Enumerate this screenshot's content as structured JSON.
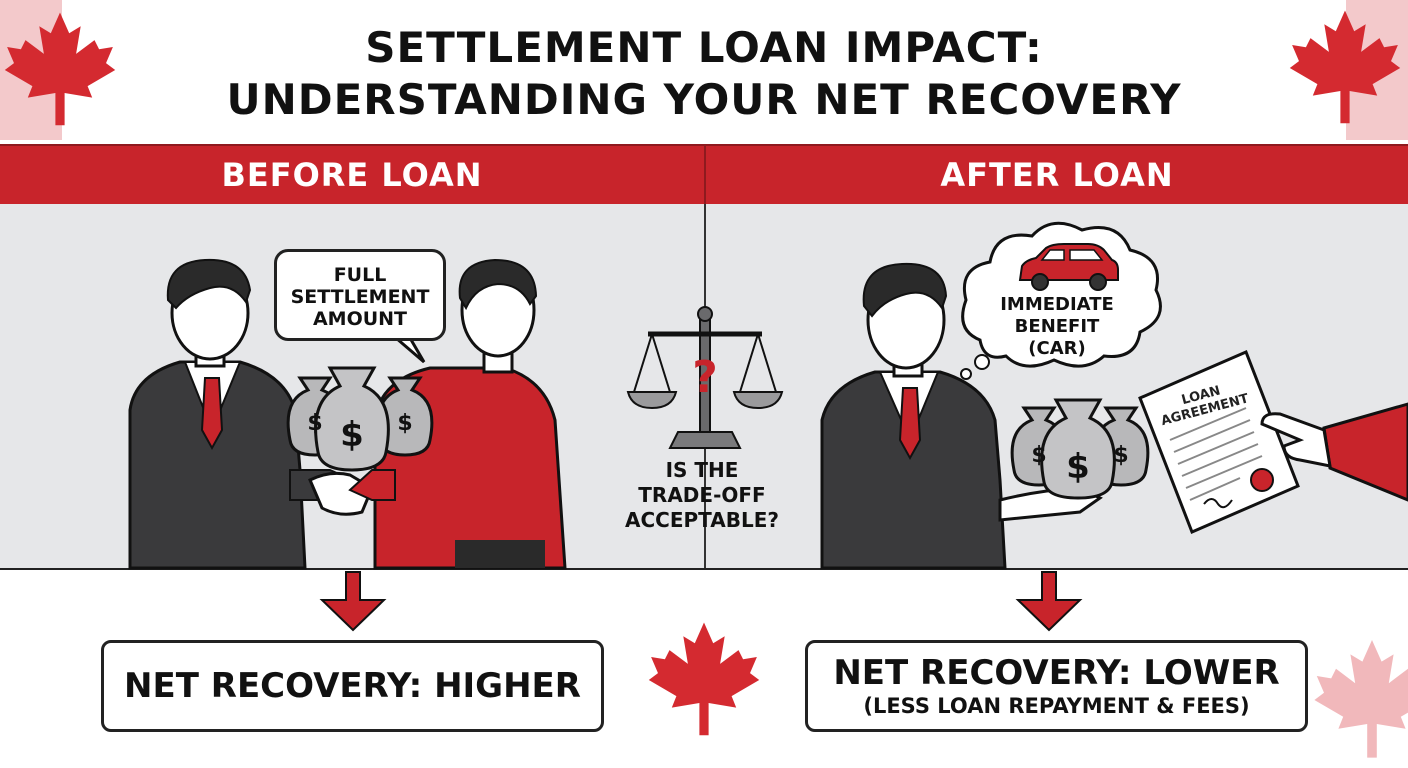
{
  "title": {
    "line1": "SETTLEMENT LOAN IMPACT:",
    "line2": "UNDERSTANDING YOUR NET RECOVERY"
  },
  "columns": {
    "left_label": "BEFORE LOAN",
    "right_label": "AFTER LOAN"
  },
  "left_scene": {
    "speech_line1": "FULL",
    "speech_line2": "SETTLEMENT",
    "speech_line3": "AMOUNT"
  },
  "center": {
    "question_line1": "IS THE",
    "question_line2": "TRADE-OFF",
    "question_line3": "ACCEPTABLE?",
    "scale_mark": "?"
  },
  "right_scene": {
    "thought_line1": "IMMEDIATE",
    "thought_line2": "BENEFIT",
    "thought_line3": "(CAR)",
    "document_line1": "LOAN",
    "document_line2": "AGREEMENT"
  },
  "results": {
    "left": "NET RECOVERY: HIGHER",
    "right_main": "NET RECOVERY: LOWER",
    "right_sub": "(LESS LOAN REPAYMENT & FEES)"
  },
  "colors": {
    "accent_red": "#c8242b",
    "dark_suit": "#333333",
    "panel_bg": "#e6e7e9"
  },
  "icons": [
    "maple-leaf-icon",
    "money-bag-icon",
    "balance-scale-icon",
    "car-icon",
    "handshake-icon",
    "document-icon"
  ]
}
